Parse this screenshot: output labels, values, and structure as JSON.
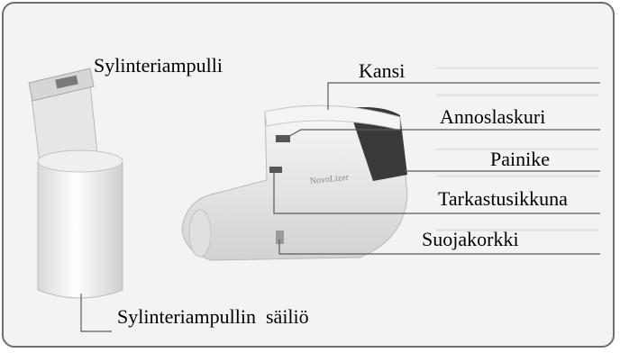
{
  "labels": {
    "sylinteriampulli": "Sylinteriampulli",
    "kansi": "Kansi",
    "annoslaskuri": "Annoslaskuri",
    "painike": "Painike",
    "tarkastusikkuna": "Tarkastusikkuna",
    "suojakorkki": "Suojakorkki",
    "sailio": "Sylinteriampullin  säiliö"
  }
}
